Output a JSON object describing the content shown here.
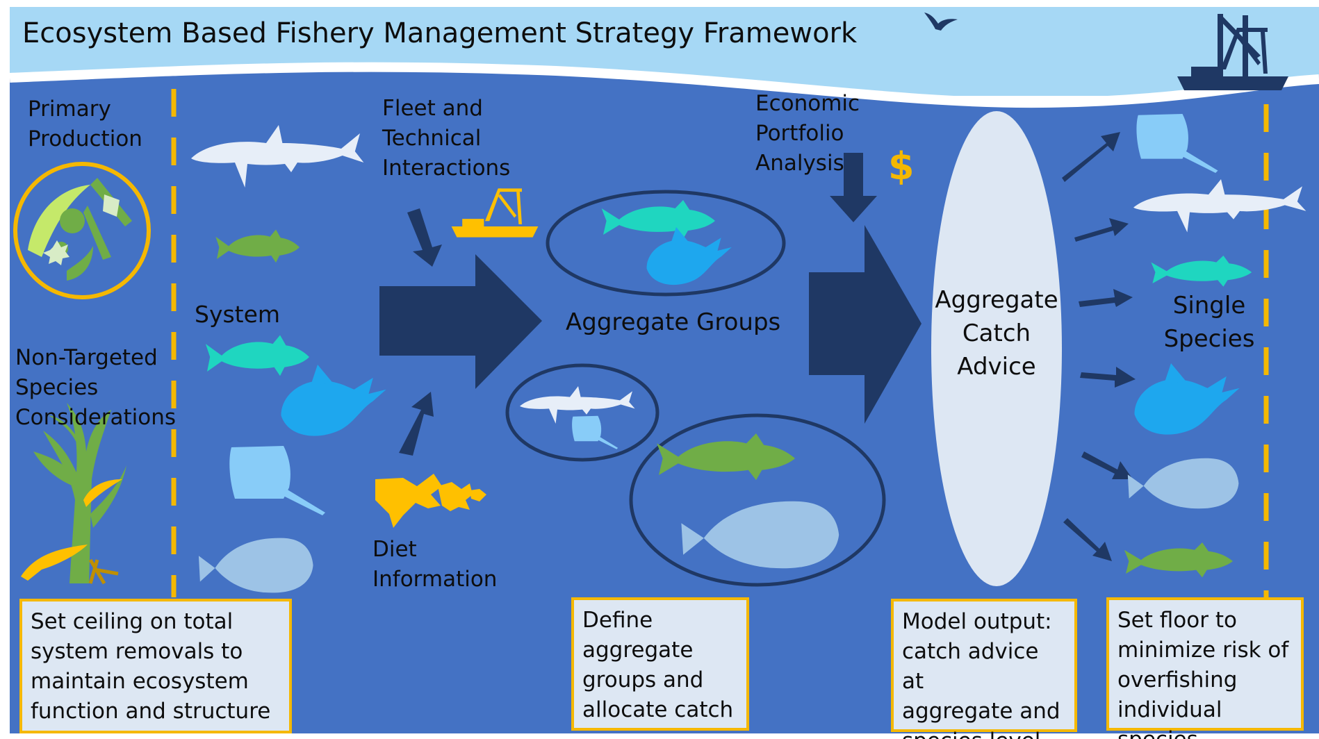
{
  "title": "Ecosystem Based Fishery Management Strategy Framework",
  "labels": {
    "primary_production": "Primary\nProduction",
    "non_targeted": "Non-Targeted\n Species\nConsiderations",
    "system": "System",
    "fleet": "Fleet and\nTechnical\nInteractions",
    "diet": "Diet\nInformation",
    "aggregate_groups": "Aggregate Groups",
    "economic": "Economic\nPortfolio\nAnalysis",
    "dollar": "$",
    "aggregate_catch": "Aggregate\nCatch\nAdvice",
    "single_species": "Single\nSpecies"
  },
  "boxes": {
    "ceiling": "Set ceiling on total\nsystem removals to\nmaintain ecosystem\nfunction and structure",
    "define": "Define\naggregate\ngroups and\nallocate catch",
    "model": "Model output:\ncatch advice at\naggregate and\nspecies level",
    "floor": "Set floor to\nminimize risk of\noverfishing\nindividual species"
  },
  "colors": {
    "sky": "#a6d8f5",
    "water": "#4472c4",
    "dark_navy": "#1f3864",
    "accent_yellow": "#f5b800",
    "box_fill": "#dde7f3",
    "shark": "#e7eef8",
    "cod_green": "#70ad47",
    "cod_teal": "#1fd6c0",
    "blue_fish": "#1ea7ee",
    "ray": "#88ccf8",
    "flatfish": "#9dc3e6"
  }
}
